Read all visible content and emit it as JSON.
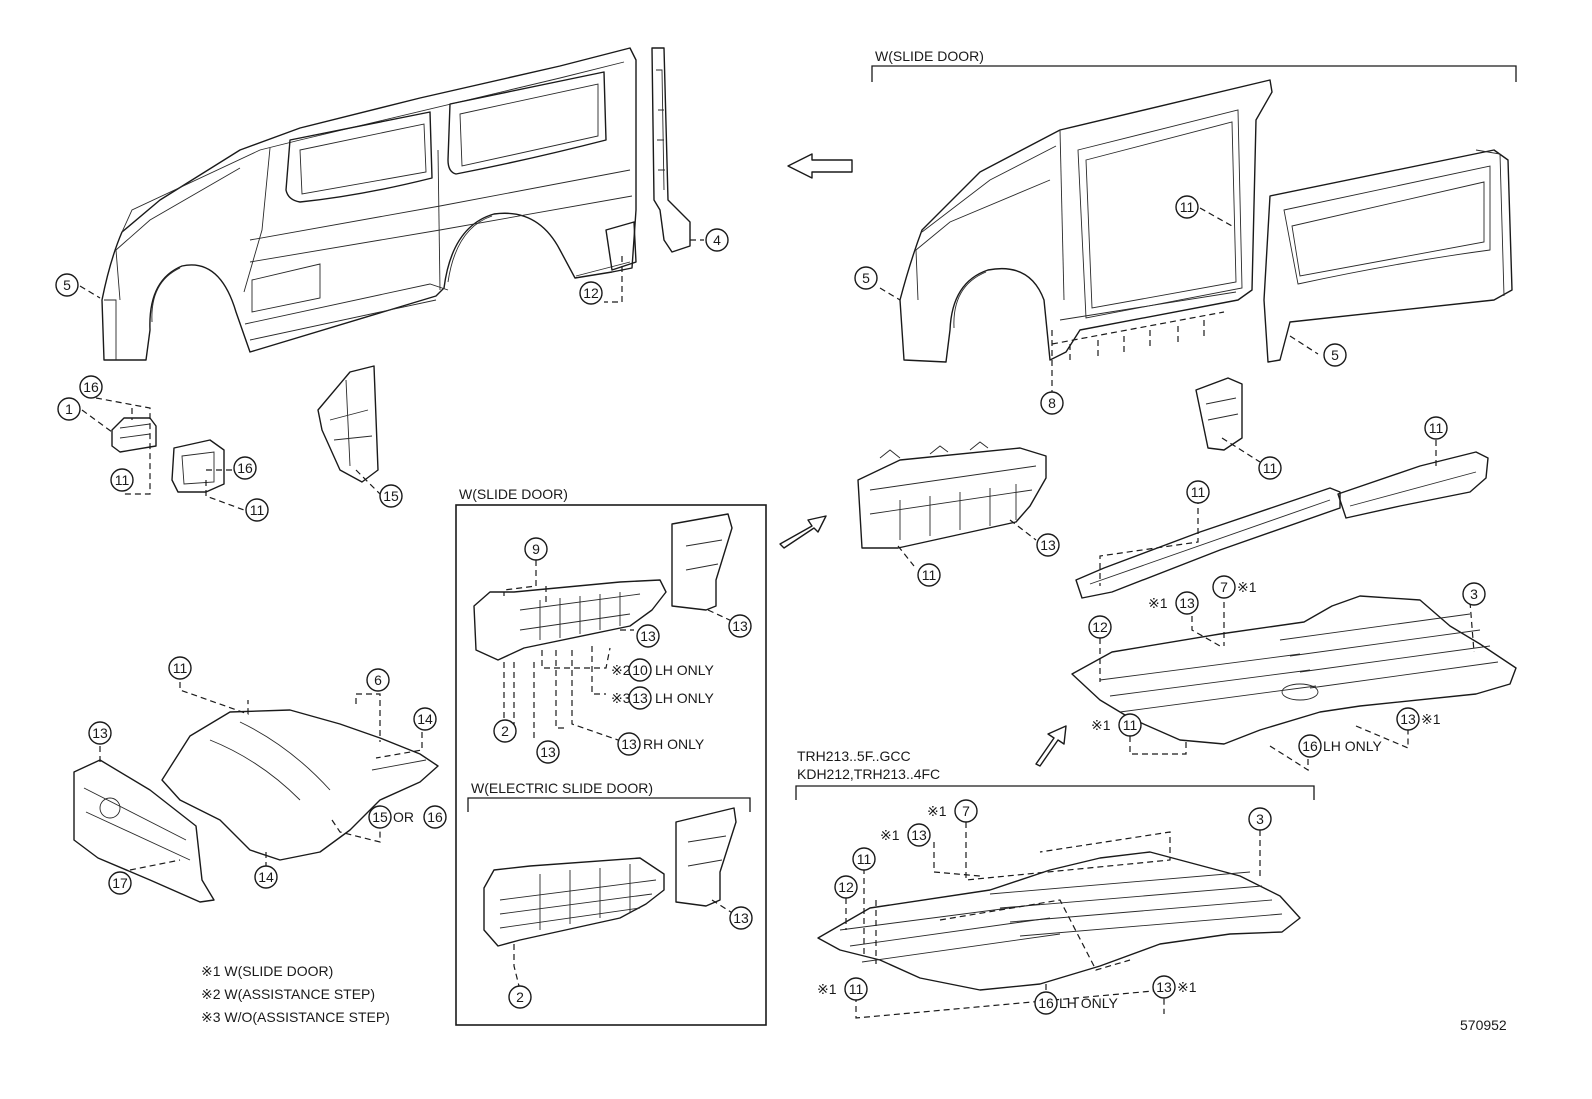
{
  "headings": {
    "side_main": "W(SLIDE DOOR)",
    "inset_slide": "W(SLIDE DOOR)",
    "inset_electric": "W(ELECTRIC SLIDE DOOR)",
    "models_a": "TRH213..5F..GCC",
    "models_b": "KDH212,TRH213..4FC"
  },
  "callouts": [
    {
      "id": "c5a",
      "num": "5"
    },
    {
      "id": "c4",
      "num": "4"
    },
    {
      "id": "c12a",
      "num": "12"
    },
    {
      "id": "c16a",
      "num": "16"
    },
    {
      "id": "c1",
      "num": "1"
    },
    {
      "id": "c11a",
      "num": "11"
    },
    {
      "id": "c16b",
      "num": "16"
    },
    {
      "id": "c11b",
      "num": "11"
    },
    {
      "id": "c15a",
      "num": "15"
    },
    {
      "id": "c5b",
      "num": "5"
    },
    {
      "id": "c11c",
      "num": "11"
    },
    {
      "id": "c5c",
      "num": "5"
    },
    {
      "id": "c8",
      "num": "8"
    },
    {
      "id": "c11d",
      "num": "11"
    },
    {
      "id": "c11e",
      "num": "11"
    },
    {
      "id": "c11f",
      "num": "11"
    },
    {
      "id": "c13a",
      "num": "13"
    },
    {
      "id": "c11g",
      "num": "11"
    },
    {
      "id": "c9",
      "num": "9"
    },
    {
      "id": "c13b",
      "num": "13"
    },
    {
      "id": "c13c",
      "num": "13"
    },
    {
      "id": "c10",
      "num": "10"
    },
    {
      "id": "c13d",
      "num": "13"
    },
    {
      "id": "c2a",
      "num": "2"
    },
    {
      "id": "c13e",
      "num": "13"
    },
    {
      "id": "c13f",
      "num": "13"
    },
    {
      "id": "c13g",
      "num": "13"
    },
    {
      "id": "c2b",
      "num": "2"
    },
    {
      "id": "c11h",
      "num": "11"
    },
    {
      "id": "c6",
      "num": "6"
    },
    {
      "id": "c14a",
      "num": "14"
    },
    {
      "id": "c13h",
      "num": "13"
    },
    {
      "id": "c15b",
      "num": "15"
    },
    {
      "id": "c16c",
      "num": "16"
    },
    {
      "id": "c14b",
      "num": "14"
    },
    {
      "id": "c17",
      "num": "17"
    },
    {
      "id": "c7a",
      "num": "7"
    },
    {
      "id": "c13i",
      "num": "13"
    },
    {
      "id": "c3a",
      "num": "3"
    },
    {
      "id": "c12b",
      "num": "12"
    },
    {
      "id": "c11i",
      "num": "11"
    },
    {
      "id": "c13j",
      "num": "13"
    },
    {
      "id": "c16d",
      "num": "16"
    },
    {
      "id": "c7b",
      "num": "7"
    },
    {
      "id": "c13k",
      "num": "13"
    },
    {
      "id": "c3b",
      "num": "3"
    },
    {
      "id": "c11j",
      "num": "11"
    },
    {
      "id": "c12c",
      "num": "12"
    },
    {
      "id": "c11k",
      "num": "11"
    },
    {
      "id": "c16e",
      "num": "16"
    },
    {
      "id": "c13l",
      "num": "13"
    }
  ],
  "marks": {
    "n1": "※1",
    "n2": "※2",
    "n3": "※3",
    "lh_only": "LH ONLY",
    "rh_only": "RH ONLY",
    "or": "OR"
  },
  "notes": [
    "※1 W(SLIDE DOOR)",
    "※2 W(ASSISTANCE STEP)",
    "※3 W/O(ASSISTANCE STEP)"
  ],
  "ref": "570952"
}
